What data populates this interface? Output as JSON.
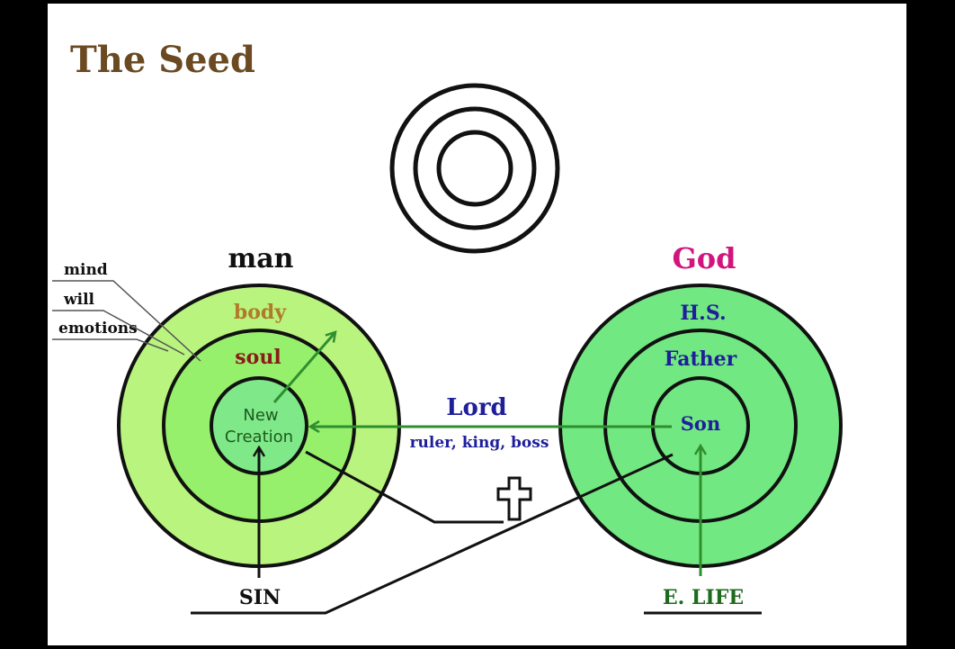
{
  "title": "The Seed",
  "man": {
    "label": "man",
    "body": "body",
    "soul": "soul",
    "center_line1": "New",
    "center_line2": "Creation"
  },
  "soul_parts": [
    "mind",
    "will",
    "emotions"
  ],
  "god": {
    "label": "God",
    "outer": "H.S.",
    "middle": "Father",
    "center": "Son"
  },
  "lord": {
    "title": "Lord",
    "subtitle": "ruler, king, boss"
  },
  "sin_label": "SIN",
  "elife_label": "E. LIFE",
  "colors": {
    "title": "#6b4a22",
    "man_outer": "#b9f47f",
    "man_middle": "#97f06c",
    "man_inner": "#7fe889",
    "god_fill": "#72e882",
    "green_line": "#2f8f2f",
    "blue_text": "#1f1f9a",
    "maroon_text": "#8b1a1a",
    "body_text": "#b07a2c",
    "god_text": "#d1157d",
    "elife_text": "#1d6b1d"
  },
  "icons": [
    "cross-icon",
    "arrow-icon"
  ]
}
